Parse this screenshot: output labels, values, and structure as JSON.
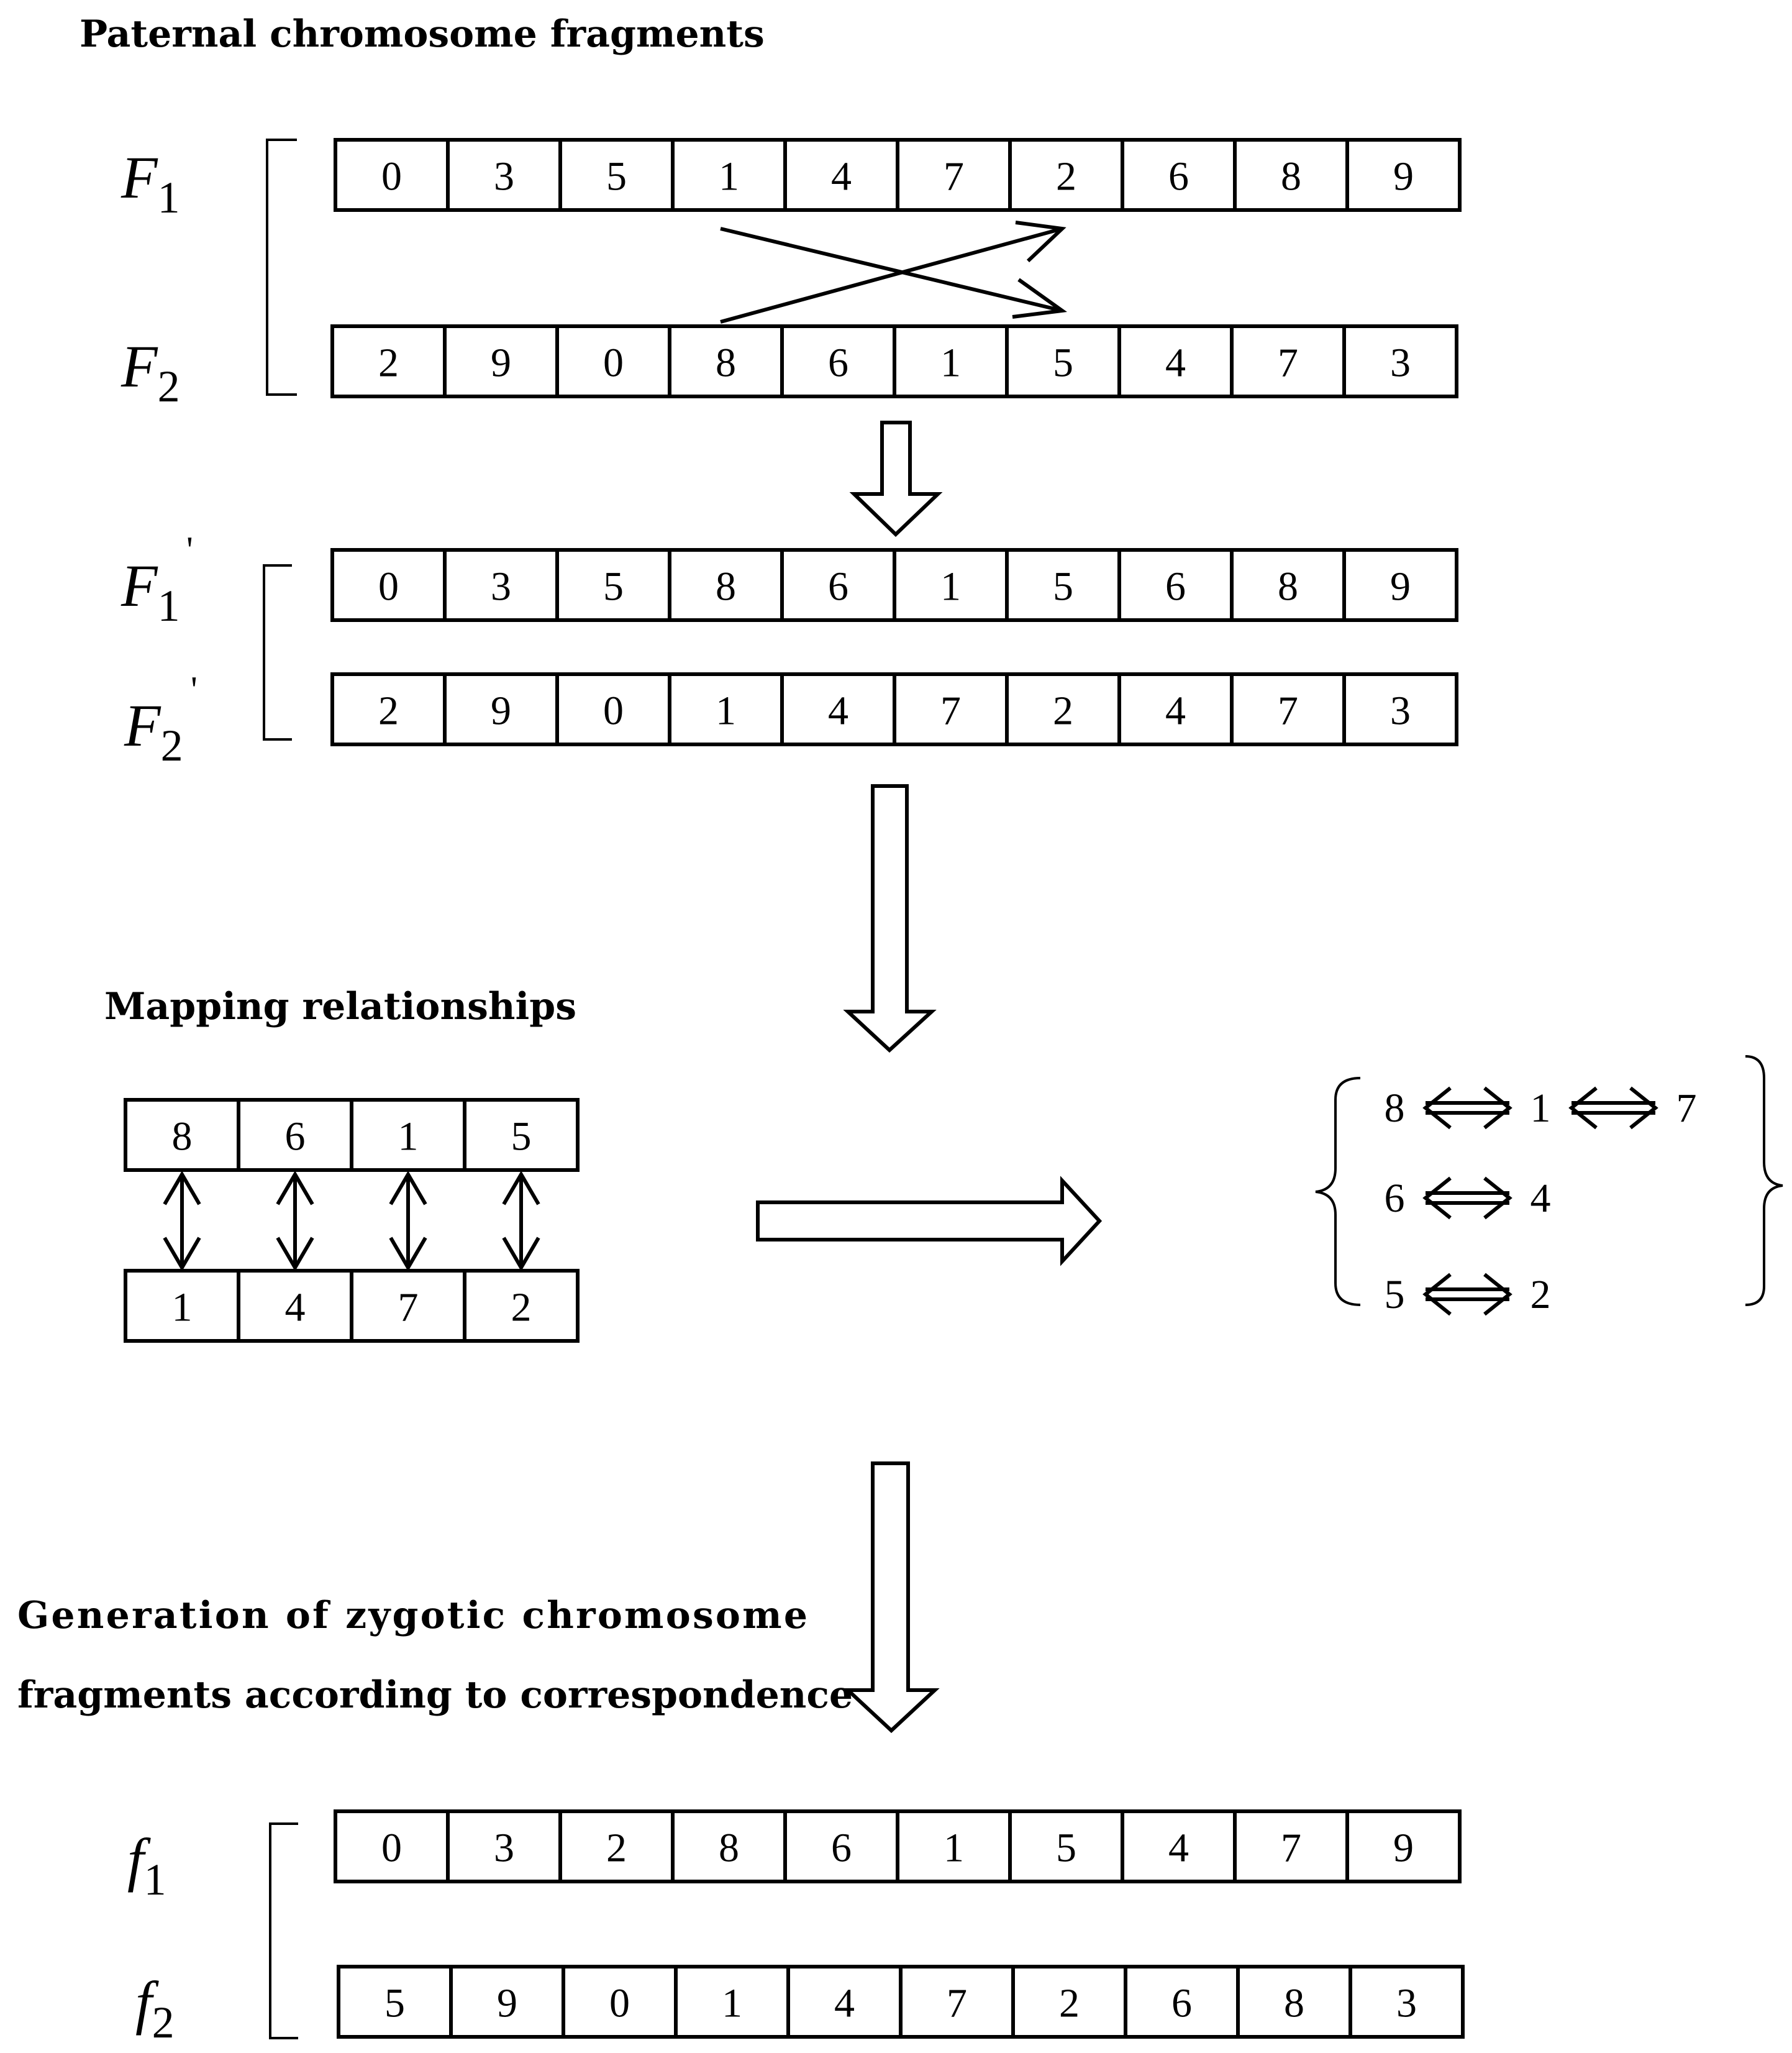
{
  "headings": {
    "paternal": "Paternal chromosome fragments",
    "mapping": "Mapping relationships",
    "generation_line1": "Generation of zygotic chromosome",
    "generation_line2": "fragments according to correspondence"
  },
  "labels": {
    "F1": {
      "base": "F",
      "sub": "1",
      "prime": ""
    },
    "F2": {
      "base": "F",
      "sub": "2",
      "prime": ""
    },
    "F1p": {
      "base": "F",
      "sub": "1",
      "prime": "'"
    },
    "F2p": {
      "base": "F",
      "sub": "2",
      "prime": "'"
    },
    "f1": {
      "base": "f",
      "sub": "1",
      "prime": ""
    },
    "f2": {
      "base": "f",
      "sub": "2",
      "prime": ""
    }
  },
  "rows": {
    "F1": [
      "0",
      "3",
      "5",
      "1",
      "4",
      "7",
      "2",
      "6",
      "8",
      "9"
    ],
    "F2": [
      "2",
      "9",
      "0",
      "8",
      "6",
      "1",
      "5",
      "4",
      "7",
      "3"
    ],
    "F1p": [
      "0",
      "3",
      "5",
      "8",
      "6",
      "1",
      "5",
      "6",
      "8",
      "9"
    ],
    "F2p": [
      "2",
      "9",
      "0",
      "1",
      "4",
      "7",
      "2",
      "4",
      "7",
      "3"
    ],
    "f1": [
      "0",
      "3",
      "2",
      "8",
      "6",
      "1",
      "5",
      "4",
      "7",
      "9"
    ],
    "f2": [
      "5",
      "9",
      "0",
      "1",
      "4",
      "7",
      "2",
      "6",
      "8",
      "3"
    ]
  },
  "mapping_pairs": {
    "top": [
      "8",
      "6",
      "1",
      "5"
    ],
    "bottom": [
      "1",
      "4",
      "7",
      "2"
    ]
  },
  "mapping_chains": [
    [
      "8",
      "1",
      "7"
    ],
    [
      "6",
      "4"
    ],
    [
      "5",
      "2"
    ]
  ]
}
